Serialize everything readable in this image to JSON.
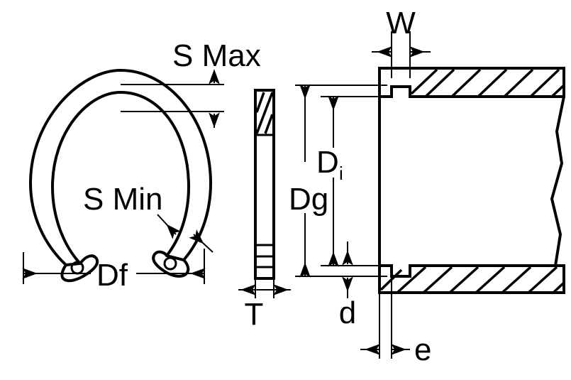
{
  "diagram": {
    "title": "Internal Retaining Ring and Bore Groove Dimensions",
    "background_color": "#ffffff",
    "line_color": "#000000",
    "views": [
      {
        "name": "front-view-ring",
        "description": "Front elevation of internal retaining ring with two lug holes and gap at bottom"
      },
      {
        "name": "side-view-ring",
        "description": "Thin side section of the retaining ring showing thickness"
      },
      {
        "name": "section-view-bore",
        "description": "Cross-section of bore wall with machined groove, hatched, with break line"
      }
    ],
    "labels": {
      "s_max": "S Max",
      "s_min": "S Min",
      "df": "Df",
      "t": "T",
      "dg": "Dg",
      "di_main": "D",
      "di_sub": "i",
      "w": "W",
      "d": "d",
      "e": "e"
    },
    "label_meanings": {
      "s_max": "Maximum radial section width of ring",
      "s_min": "Minimum radial section width of ring",
      "df": "Free outside diameter of ring",
      "t": "Ring thickness",
      "dg": "Groove diameter in bore",
      "di": "Inside diameter of bore",
      "w": "Groove width",
      "d": "Groove depth",
      "e": "Edge margin from bore face to groove"
    }
  }
}
